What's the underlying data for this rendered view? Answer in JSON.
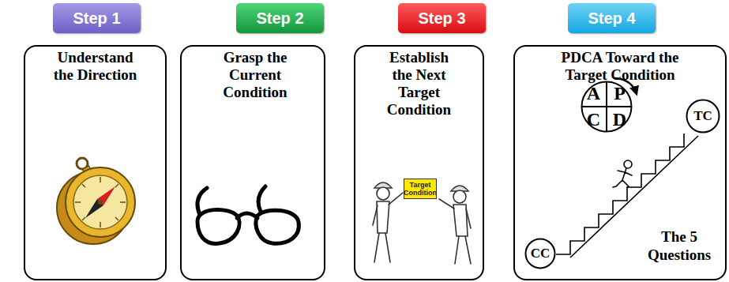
{
  "diagram": {
    "nodes": [
      {
        "text": [
          "Step 1"
        ]
      },
      {
        "text": [
          "Step 2"
        ]
      },
      {
        "text": [
          "Step 3"
        ]
      },
      {
        "text": [
          "Step 4"
        ]
      },
      {
        "text": [
          "Understand the Direction"
        ]
      },
      {
        "text": [
          "Grasp the Current Condition"
        ]
      },
      {
        "text": [
          "Establish the Next Target Condition"
        ]
      },
      {
        "text": [
          "Target Condition"
        ],
        "in": 6
      },
      {
        "text": [
          "PDCA Toward the Target Condition"
        ]
      },
      {
        "text": [
          "A",
          "P",
          "C",
          "D"
        ],
        "in": 8
      },
      {
        "text": [
          "TC"
        ],
        "in": 8
      },
      {
        "text": [
          "CC"
        ],
        "in": 8
      }
    ],
    "labels": [
      "The 5 Questions"
    ]
  }
}
